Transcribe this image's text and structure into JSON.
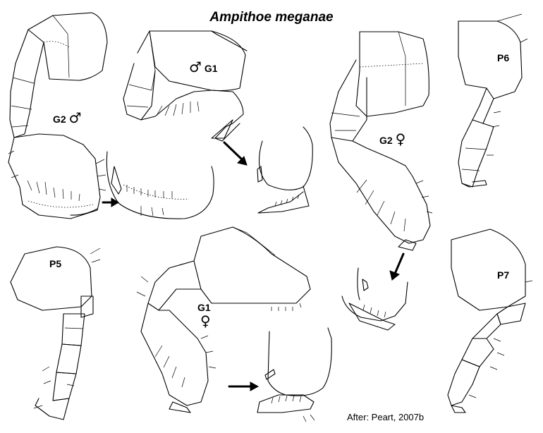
{
  "title": "Ampithoe meganae",
  "credit": "After: Peart, 2007b",
  "labels": {
    "g2_male": "G2",
    "g1_male": "G1",
    "g2_female": "G2",
    "g1_female": "G1",
    "p5": "P5",
    "p6": "P6",
    "p7": "P7"
  },
  "symbols": {
    "male": "♂",
    "female": "♀"
  }
}
